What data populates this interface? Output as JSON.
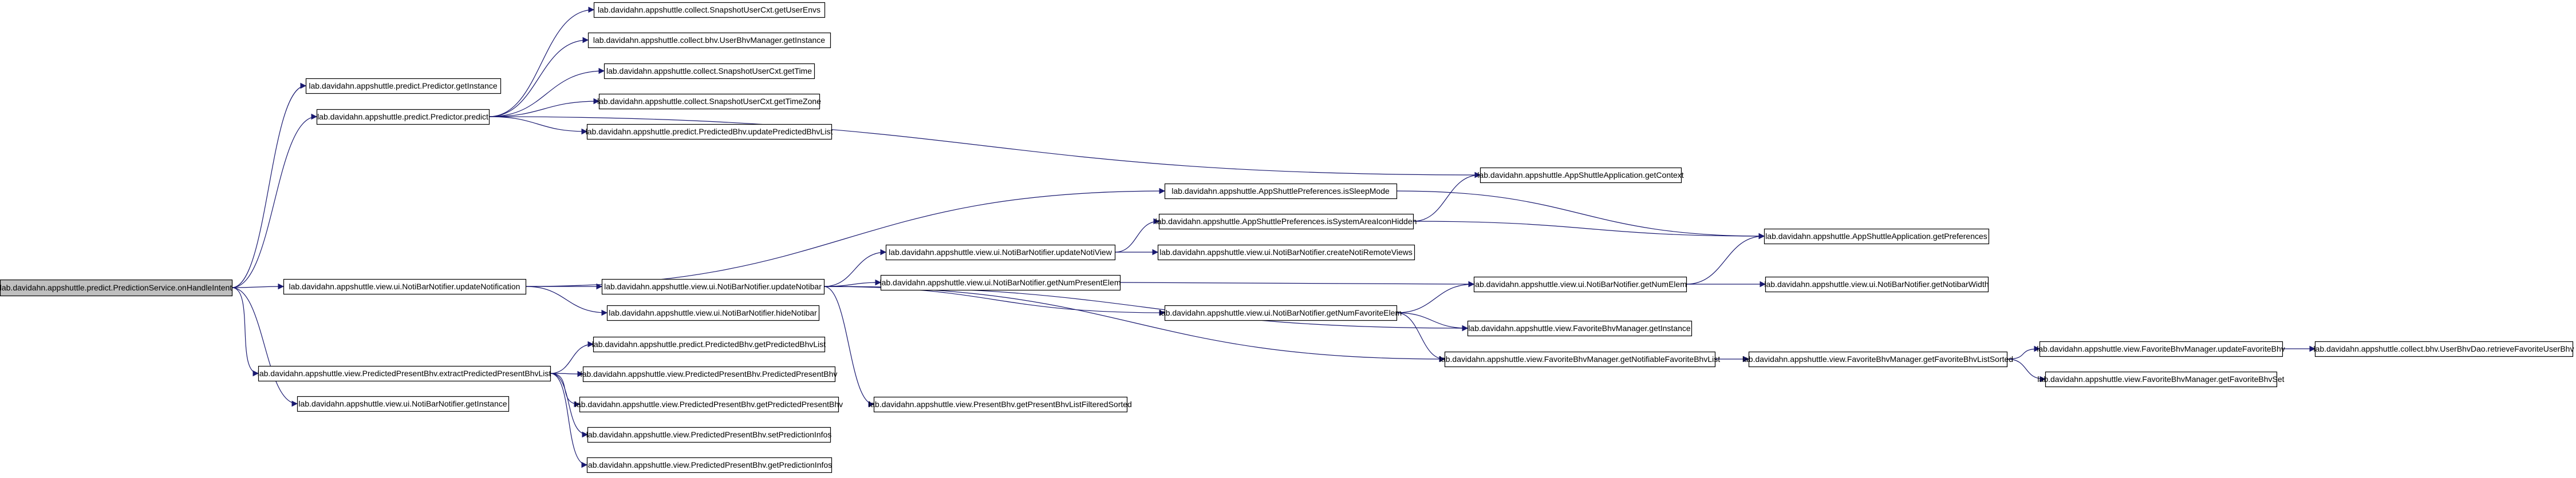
{
  "graph": {
    "title": "",
    "edge_color": "#191970",
    "root_fill": "#bfbfbf",
    "node_fill": "#ffffff",
    "nodes": [
      {
        "id": "root",
        "label": "lab.davidahn.appshuttle.predict.PredictionService.onHandleIntent",
        "root": true
      },
      {
        "id": "pred_getInstance",
        "label": "lab.davidahn.appshuttle.predict.Predictor.getInstance"
      },
      {
        "id": "pred_predict",
        "label": "lab.davidahn.appshuttle.predict.Predictor.predict"
      },
      {
        "id": "getUserEnvs",
        "label": "lab.davidahn.appshuttle.collect.SnapshotUserCxt.getUserEnvs"
      },
      {
        "id": "ubm_getInstance",
        "label": "lab.davidahn.appshuttle.collect.bhv.UserBhvManager.getInstance"
      },
      {
        "id": "getTime",
        "label": "lab.davidahn.appshuttle.collect.SnapshotUserCxt.getTime"
      },
      {
        "id": "getTimeZone",
        "label": "lab.davidahn.appshuttle.collect.SnapshotUserCxt.getTimeZone"
      },
      {
        "id": "updatePredictedBhvList",
        "label": "lab.davidahn.appshuttle.predict.PredictedBhv.updatePredictedBhvList"
      },
      {
        "id": "getContext",
        "label": "lab.davidahn.appshuttle.AppShuttleApplication.getContext"
      },
      {
        "id": "isSleepMode",
        "label": "lab.davidahn.appshuttle.AppShuttlePreferences.isSleepMode"
      },
      {
        "id": "isSystemAreaIconHidden",
        "label": "lab.davidahn.appshuttle.AppShuttlePreferences.isSystemAreaIconHidden"
      },
      {
        "id": "getPreferences",
        "label": "lab.davidahn.appshuttle.AppShuttleApplication.getPreferences"
      },
      {
        "id": "updateNotiView",
        "label": "lab.davidahn.appshuttle.view.ui.NotiBarNotifier.updateNotiView"
      },
      {
        "id": "createNotiRemoteViews",
        "label": "lab.davidahn.appshuttle.view.ui.NotiBarNotifier.createNotiRemoteViews"
      },
      {
        "id": "updateNotification",
        "label": "lab.davidahn.appshuttle.view.ui.NotiBarNotifier.updateNotification"
      },
      {
        "id": "updateNotibar",
        "label": "lab.davidahn.appshuttle.view.ui.NotiBarNotifier.updateNotibar"
      },
      {
        "id": "getNumPresentElem",
        "label": "lab.davidahn.appshuttle.view.ui.NotiBarNotifier.getNumPresentElem"
      },
      {
        "id": "getNumElem",
        "label": "lab.davidahn.appshuttle.view.ui.NotiBarNotifier.getNumElem"
      },
      {
        "id": "getNotibarWidth",
        "label": "lab.davidahn.appshuttle.view.ui.NotiBarNotifier.getNotibarWidth"
      },
      {
        "id": "getNumFavoriteElem",
        "label": "lab.davidahn.appshuttle.view.ui.NotiBarNotifier.getNumFavoriteElem"
      },
      {
        "id": "hideNotibar",
        "label": "lab.davidahn.appshuttle.view.ui.NotiBarNotifier.hideNotibar"
      },
      {
        "id": "fbm_getInstance",
        "label": "lab.davidahn.appshuttle.view.FavoriteBhvManager.getInstance"
      },
      {
        "id": "getNotifiableFavoriteBhvList",
        "label": "lab.davidahn.appshuttle.view.FavoriteBhvManager.getNotifiableFavoriteBhvList"
      },
      {
        "id": "getFavoriteBhvListSorted",
        "label": "lab.davidahn.appshuttle.view.FavoriteBhvManager.getFavoriteBhvListSorted"
      },
      {
        "id": "updateFavoriteBhv",
        "label": "lab.davidahn.appshuttle.view.FavoriteBhvManager.updateFavoriteBhv"
      },
      {
        "id": "retrieveFavoriteUserBhv",
        "label": "lab.davidahn.appshuttle.collect.bhv.UserBhvDao.retrieveFavoriteUserBhv"
      },
      {
        "id": "getFavoriteBhvSet",
        "label": "lab.davidahn.appshuttle.view.FavoriteBhvManager.getFavoriteBhvSet"
      },
      {
        "id": "extractPredictedPresentBhvList",
        "label": "lab.davidahn.appshuttle.view.PredictedPresentBhv.extractPredictedPresentBhvList"
      },
      {
        "id": "getPredictedBhvList",
        "label": "lab.davidahn.appshuttle.predict.PredictedBhv.getPredictedBhvList"
      },
      {
        "id": "ppb_ctor",
        "label": "lab.davidahn.appshuttle.view.PredictedPresentBhv.PredictedPresentBhv"
      },
      {
        "id": "getPredictedPresentBhv",
        "label": "lab.davidahn.appshuttle.view.PredictedPresentBhv.getPredictedPresentBhv"
      },
      {
        "id": "getPresentBhvListFilteredSorted",
        "label": "lab.davidahn.appshuttle.view.PresentBhv.getPresentBhvListFilteredSorted"
      },
      {
        "id": "setPredictionInfos",
        "label": "lab.davidahn.appshuttle.view.PredictedPresentBhv.setPredictionInfos"
      },
      {
        "id": "getPredictionInfos",
        "label": "lab.davidahn.appshuttle.view.PredictedPresentBhv.getPredictionInfos"
      },
      {
        "id": "nbn_getInstance",
        "label": "lab.davidahn.appshuttle.view.ui.NotiBarNotifier.getInstance"
      }
    ],
    "edges": [
      [
        "root",
        "pred_getInstance"
      ],
      [
        "root",
        "pred_predict"
      ],
      [
        "root",
        "updateNotification"
      ],
      [
        "root",
        "extractPredictedPresentBhvList"
      ],
      [
        "root",
        "nbn_getInstance"
      ],
      [
        "pred_predict",
        "getUserEnvs"
      ],
      [
        "pred_predict",
        "ubm_getInstance"
      ],
      [
        "pred_predict",
        "getTime"
      ],
      [
        "pred_predict",
        "getTimeZone"
      ],
      [
        "pred_predict",
        "updatePredictedBhvList"
      ],
      [
        "pred_predict",
        "getContext"
      ],
      [
        "updateNotification",
        "isSleepMode"
      ],
      [
        "updateNotification",
        "updateNotibar"
      ],
      [
        "updateNotification",
        "hideNotibar"
      ],
      [
        "isSleepMode",
        "getPreferences"
      ],
      [
        "isSystemAreaIconHidden",
        "getContext"
      ],
      [
        "isSystemAreaIconHidden",
        "getPreferences"
      ],
      [
        "updateNotiView",
        "isSystemAreaIconHidden"
      ],
      [
        "updateNotiView",
        "createNotiRemoteViews"
      ],
      [
        "updateNotibar",
        "updateNotiView"
      ],
      [
        "updateNotibar",
        "getNumPresentElem"
      ],
      [
        "updateNotibar",
        "getNumFavoriteElem"
      ],
      [
        "updateNotibar",
        "fbm_getInstance"
      ],
      [
        "updateNotibar",
        "getNotifiableFavoriteBhvList"
      ],
      [
        "updateNotibar",
        "getPresentBhvListFilteredSorted"
      ],
      [
        "getNumPresentElem",
        "getNumElem"
      ],
      [
        "getNumFavoriteElem",
        "getNumElem"
      ],
      [
        "getNumFavoriteElem",
        "fbm_getInstance"
      ],
      [
        "getNumFavoriteElem",
        "getNotifiableFavoriteBhvList"
      ],
      [
        "getNumElem",
        "getPreferences"
      ],
      [
        "getNumElem",
        "getNotibarWidth"
      ],
      [
        "getNotifiableFavoriteBhvList",
        "getFavoriteBhvListSorted"
      ],
      [
        "getFavoriteBhvListSorted",
        "updateFavoriteBhv"
      ],
      [
        "getFavoriteBhvListSorted",
        "getFavoriteBhvSet"
      ],
      [
        "updateFavoriteBhv",
        "retrieveFavoriteUserBhv"
      ],
      [
        "extractPredictedPresentBhvList",
        "getPredictedBhvList"
      ],
      [
        "extractPredictedPresentBhvList",
        "ppb_ctor"
      ],
      [
        "extractPredictedPresentBhvList",
        "getPredictedPresentBhv"
      ],
      [
        "extractPredictedPresentBhvList",
        "setPredictionInfos"
      ],
      [
        "extractPredictedPresentBhvList",
        "getPredictionInfos"
      ]
    ]
  }
}
